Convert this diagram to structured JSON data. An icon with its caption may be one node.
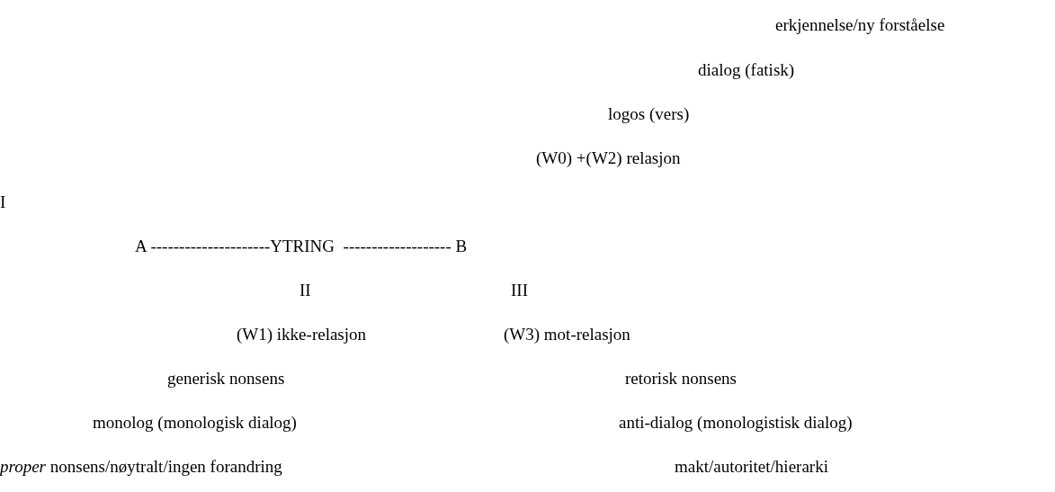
{
  "diagram": {
    "labels": [
      "erkjennelse/ny forståelse",
      "dialog (fatisk)",
      "logos (vers)",
      "(W0) +(W2) relasjon",
      "I",
      "A ---------------------YTRING  ------------------- B",
      "II",
      "III",
      "(W1) ikke-relasjon",
      "(W3) mot-relasjon",
      "generisk nonsens",
      "retorisk nonsens",
      "monolog (monologisk dialog)",
      "anti-dialog (monologistisk dialog)",
      "*proper* nonsens/nøytralt/ingen forandring",
      "makt/autoritet/hierarki"
    ]
  }
}
